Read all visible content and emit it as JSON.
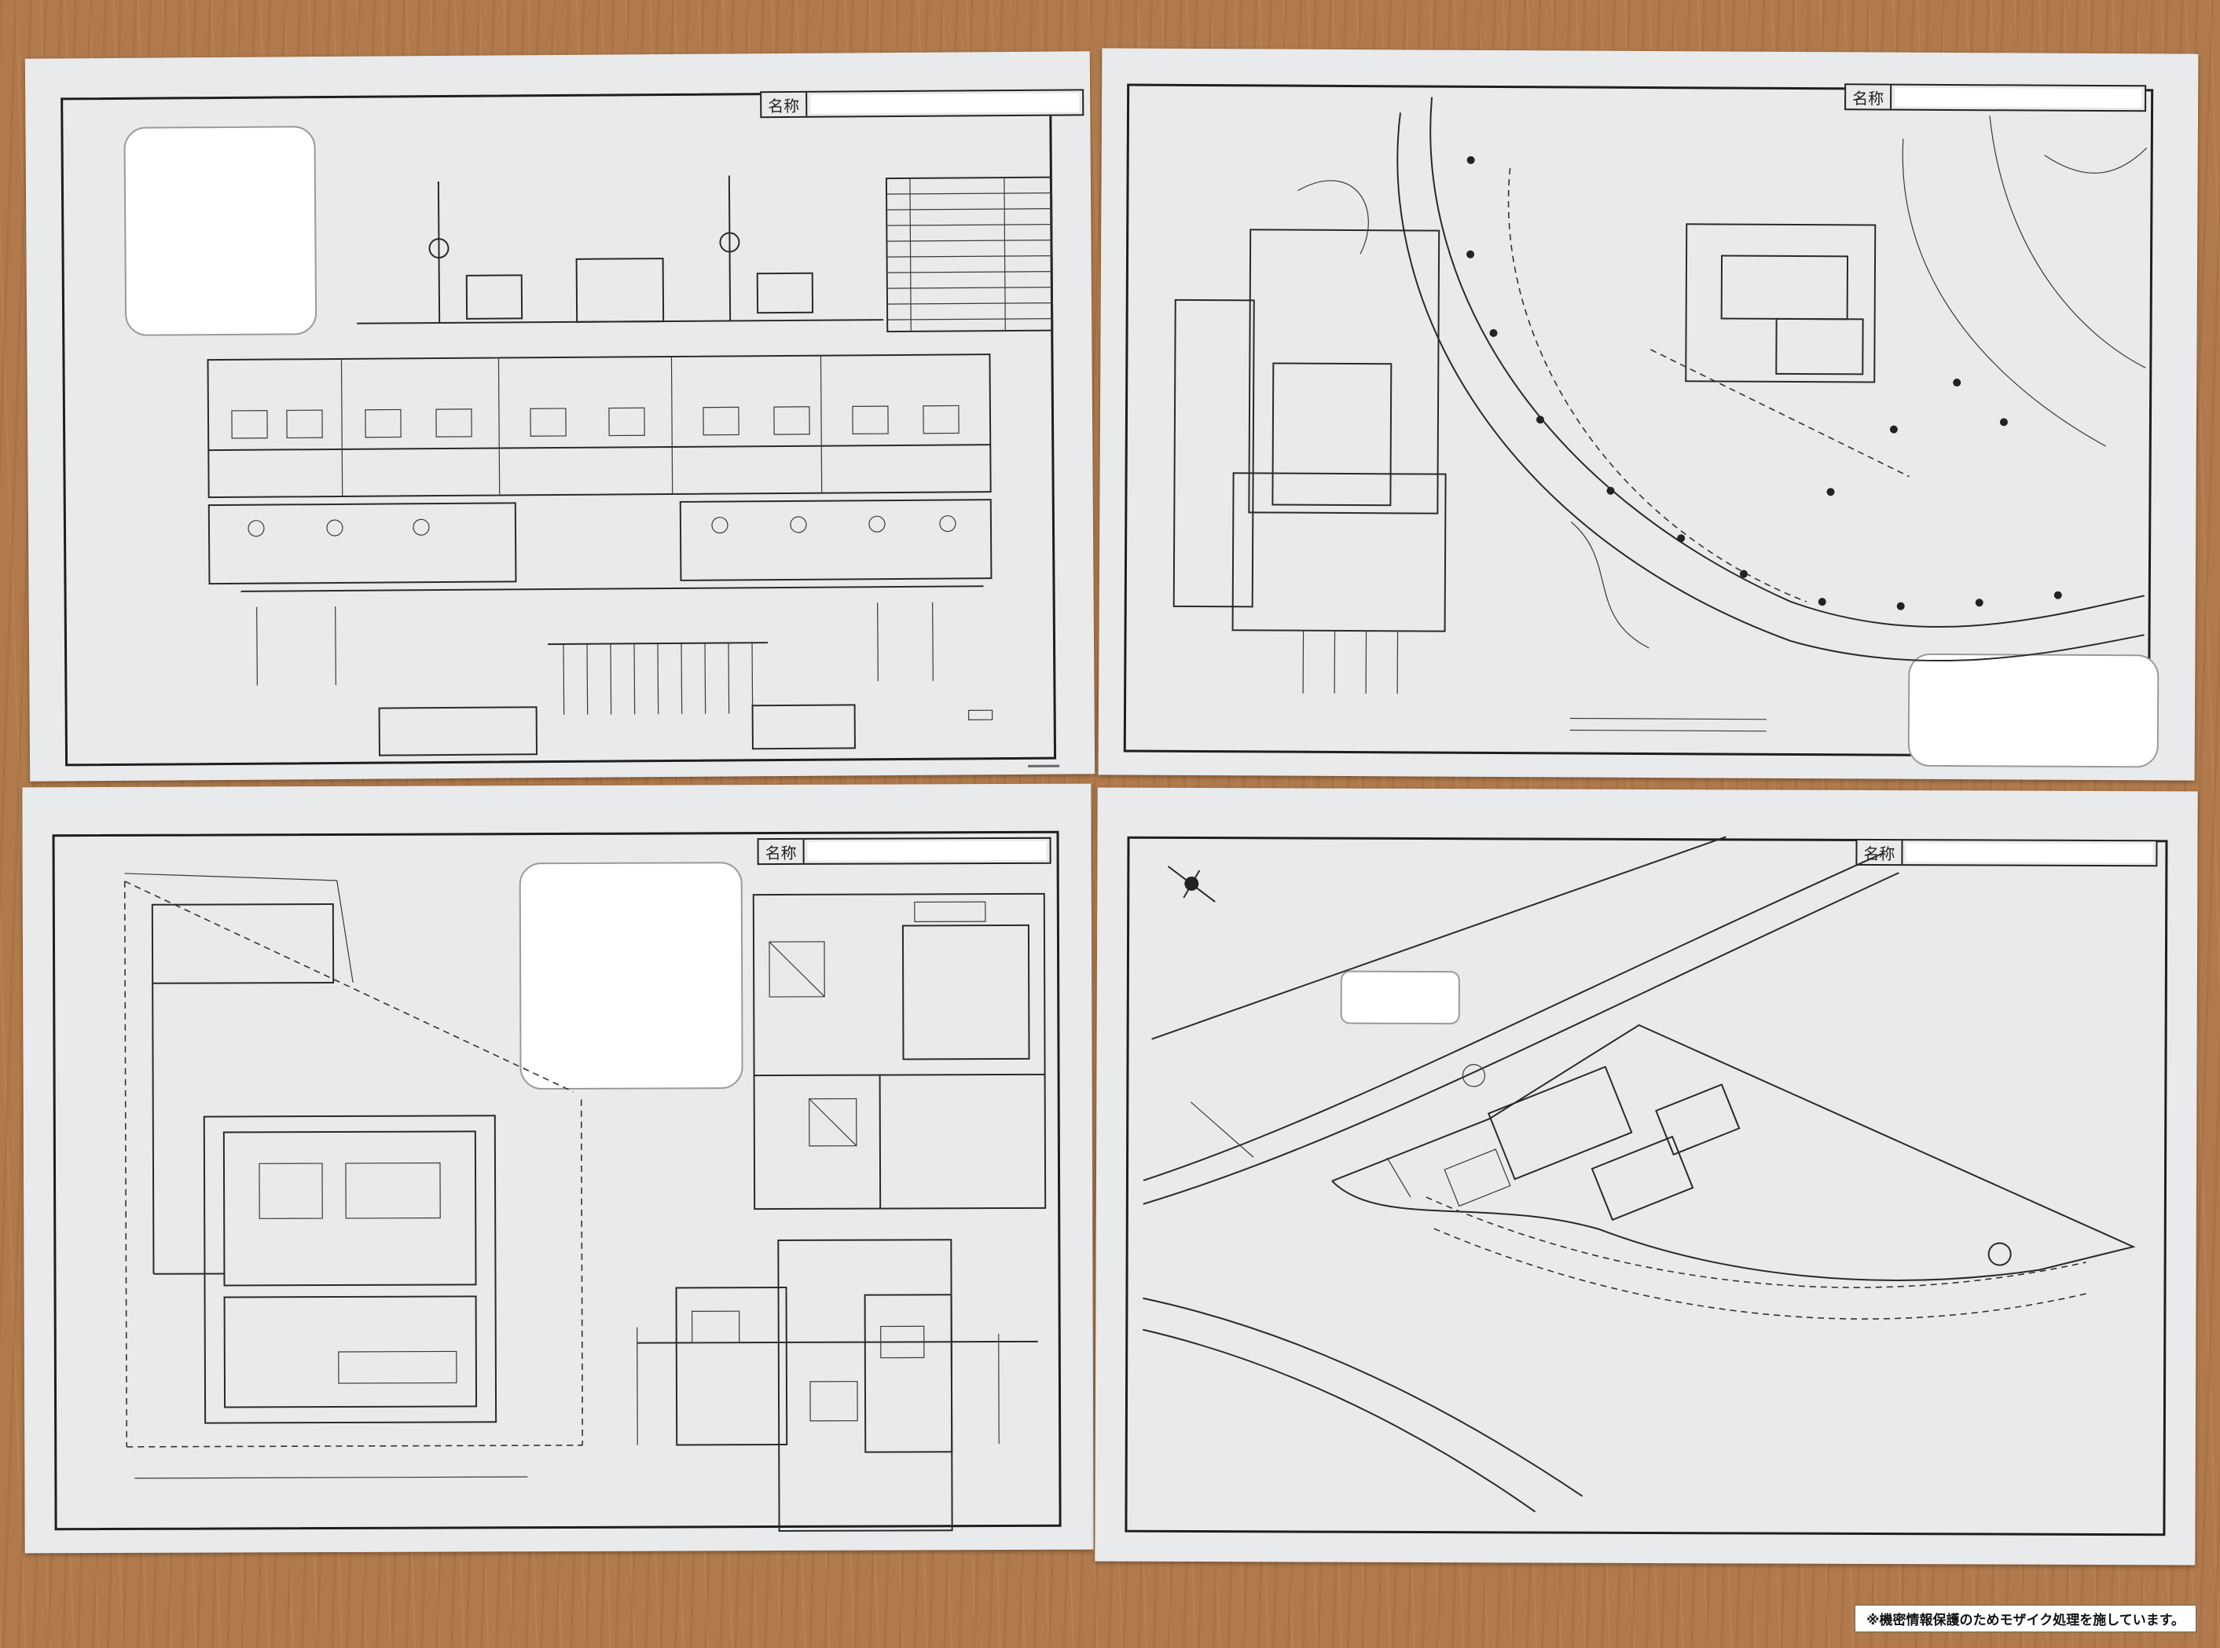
{
  "sheets": [
    {
      "id": "single-line-diagram",
      "label_key": "名称"
    },
    {
      "id": "site-plan",
      "label_key": "名称"
    },
    {
      "id": "equipment-layout",
      "label_key": "名称"
    },
    {
      "id": "location-map",
      "label_key": "名称"
    }
  ],
  "notice": "※機密情報保護のためモザイク処理を施しています。"
}
